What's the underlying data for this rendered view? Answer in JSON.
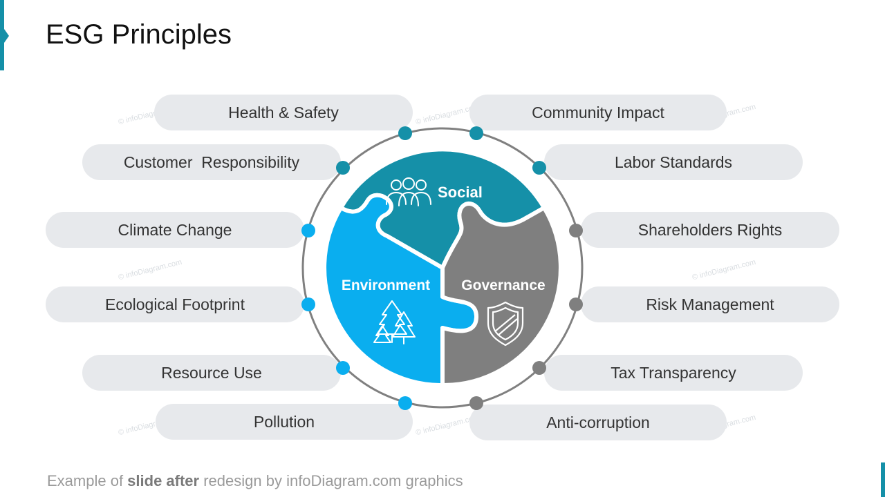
{
  "title": "ESG Principles",
  "segments": {
    "social": "Social",
    "environment": "Environment",
    "governance": "Governance"
  },
  "items": {
    "health_safety": "Health & Safety",
    "customer_responsibility": "Customer  Responsibility",
    "climate_change": "Climate Change",
    "ecological_footprint": "Ecological Footprint",
    "resource_use": "Resource Use",
    "pollution": "Pollution",
    "community_impact": "Community Impact",
    "labor_standards": "Labor Standards",
    "shareholders_rights": "Shareholders Rights",
    "risk_management": "Risk Management",
    "tax_transparency": "Tax Transparency",
    "anti_corruption": "Anti-corruption"
  },
  "watermark": "© infoDiagram.com",
  "footer": {
    "prefix": "Example of ",
    "bold": "slide after",
    "suffix": " redesign by infoDiagram.com graphics"
  },
  "colors": {
    "social": "#1590a8",
    "environment": "#0aaeef",
    "governance": "#7f7f7f",
    "pill": "#e7e9ec",
    "ring": "#808080"
  },
  "icons": {
    "social": "people-group-icon",
    "environment": "trees-icon",
    "governance": "shield-icon"
  }
}
